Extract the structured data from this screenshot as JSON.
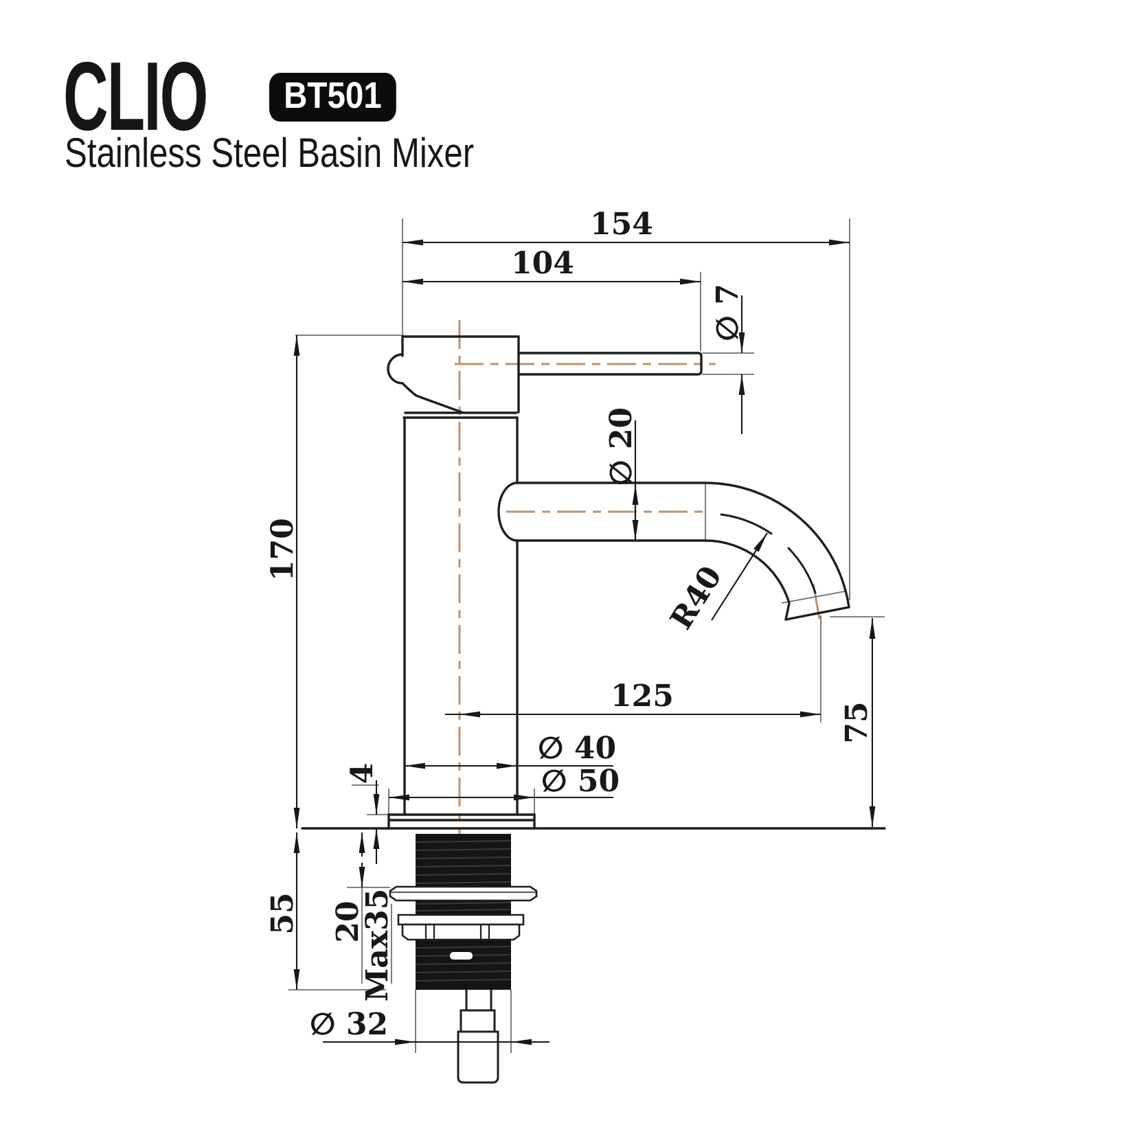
{
  "header": {
    "title": "CLIO",
    "model": "BT501",
    "subtitle": "Stainless Steel Basin Mixer"
  },
  "drawing": {
    "type": "technical-dimension-drawing",
    "product": "stainless steel basin mixer side elevation",
    "dimensions": {
      "overall_depth": "154",
      "handle_reach": "104",
      "handle_diameter": "∅ 7",
      "spout_diameter": "∅ 20",
      "overall_height": "170",
      "spout_bend_radius": "R40",
      "spout_reach": "125",
      "spout_clearance": "75",
      "body_diameter": "∅ 40",
      "base_diameter": "∅ 50",
      "base_plate_thickness": "4",
      "shank_length": "55",
      "deck_gap": "20",
      "max_deck_thickness": "Max35",
      "shank_diameter": "∅ 32"
    },
    "colors": {
      "outline": "#1e1e1e",
      "centerline": "#c0926a",
      "extension": "#6f6f6f",
      "badge": "#0c0c0c"
    }
  }
}
